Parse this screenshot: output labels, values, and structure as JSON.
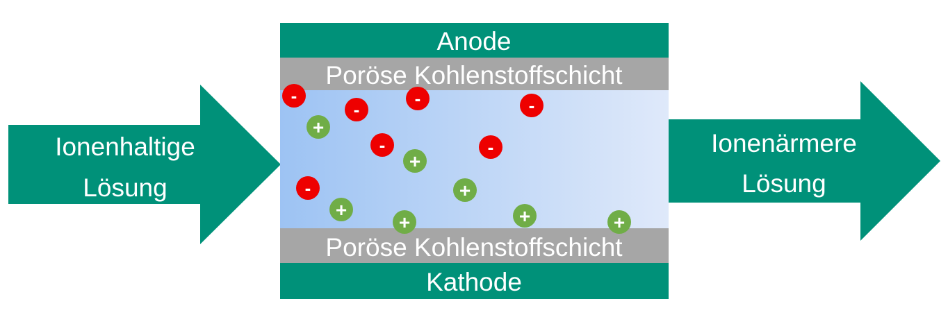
{
  "left_arrow": {
    "line1": "Ionenhaltige",
    "line2": "Lösung"
  },
  "right_arrow": {
    "line1": "Ionenärmere",
    "line2": "Lösung"
  },
  "cell": {
    "anode_label": "Anode",
    "top_layer_label": "Poröse Kohlenstoffschicht",
    "bottom_layer_label": "Poröse Kohlenstoffschicht",
    "cathode_label": "Kathode"
  },
  "ion_symbols": {
    "negative": "-",
    "positive": "+"
  },
  "colors": {
    "teal": "#009179",
    "gray": "#a6a6a6",
    "gradient_start": "#9dc3f3",
    "gradient_end": "#dfe9fa",
    "anion": "#ee0000",
    "cation": "#70ad47"
  }
}
